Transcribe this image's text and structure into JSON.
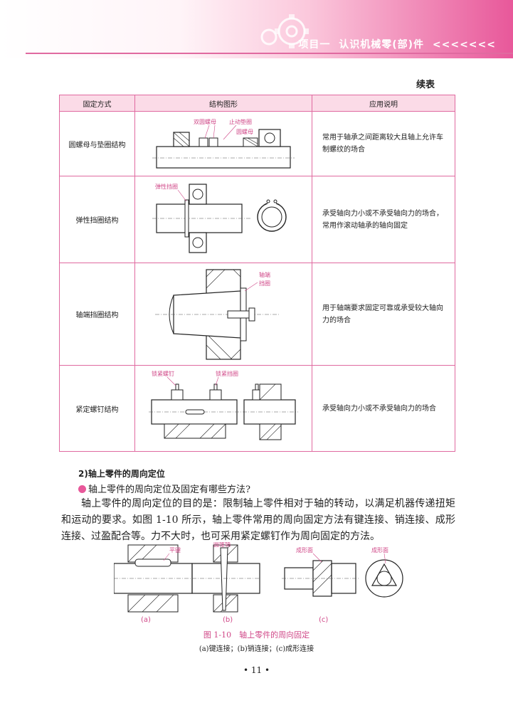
{
  "header": {
    "project": "项目一",
    "title": "认识机械零(部)件",
    "arrows": "<<<<<<<"
  },
  "table_caption": "续表",
  "table": {
    "headers": [
      "固定方式",
      "结构图形",
      "应用说明"
    ],
    "rows": [
      {
        "method": "圆螺母与垫圈结构",
        "labels": [
          "双圆螺母",
          "止动垫圈",
          "圆螺母"
        ],
        "desc": "常用于轴承之间距离较大且轴上允许车制螺纹的场合"
      },
      {
        "method": "弹性挡圈结构",
        "labels": [
          "弹性挡圈"
        ],
        "desc": "承受轴向力小或不承受轴向力的场合，常用作滚动轴承的轴向固定"
      },
      {
        "method": "轴端挡圈结构",
        "labels": [
          "轴端",
          "挡圈"
        ],
        "desc": "用于轴端要求固定可靠或承受较大轴向力的场合"
      },
      {
        "method": "紧定螺钉结构",
        "labels": [
          "锁紧螺钉",
          "锁紧挡圈"
        ],
        "desc": "承受轴向力小或不承受轴向力的场合"
      }
    ]
  },
  "section": {
    "heading": "2)轴上零件的周向定位",
    "question": "轴上零件的周向定位及固定有哪些方法?",
    "paragraph": "轴上零件的周向定位的目的是：限制轴上零件相对于轴的转动，以满足机器传递扭矩和运动的要求。如图 1-10 所示，轴上零件常用的周向固定方法有键连接、销连接、成形连接、过盈配合等。力不大时，也可采用紧定螺钉作为周向固定的方法。"
  },
  "figure": {
    "labels": {
      "a": "平键",
      "b": "圆锥销",
      "c1": "成形面",
      "c2": "成形面"
    },
    "sub_labels": [
      "(a)",
      "(b)",
      "(c)"
    ],
    "caption": "图 1-10　轴上零件的周向固定",
    "subcaption": "(a)键连接；(b)销连接；(c)成形连接"
  },
  "page_number": "• 11 •",
  "colors": {
    "accent": "#e8589a",
    "border": "#e06aa0",
    "header_fill": "#fbdbe7"
  }
}
